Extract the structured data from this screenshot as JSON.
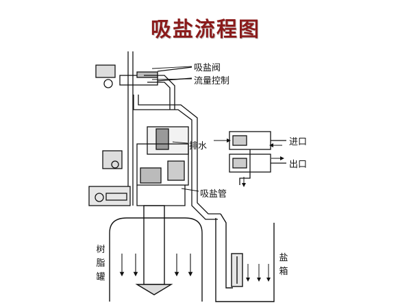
{
  "title": "吸盐流程图",
  "labels": {
    "brine_valve": "吸盐阀",
    "flow_control": "流量控制",
    "drain": "排水",
    "brine_pipe": "吸盐管",
    "inlet": "进口",
    "outlet": "出口",
    "resin_tank": "树脂罐",
    "brine_tank": "盐箱"
  }
}
